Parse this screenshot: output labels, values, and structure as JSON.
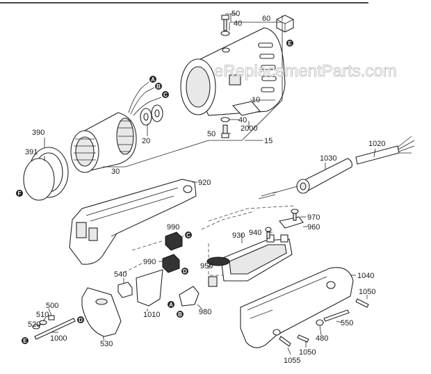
{
  "watermark": "eReplacementParts.com",
  "labels": [
    {
      "id": "50-top",
      "text": "50"
    },
    {
      "id": "40-top",
      "text": "40"
    },
    {
      "id": "60",
      "text": "60"
    },
    {
      "id": "10",
      "text": "10"
    },
    {
      "id": "40-bottom",
      "text": "40"
    },
    {
      "id": "2000",
      "text": "2000"
    },
    {
      "id": "50-bottom",
      "text": "50"
    },
    {
      "id": "15",
      "text": "15"
    },
    {
      "id": "20",
      "text": "20"
    },
    {
      "id": "390",
      "text": "390"
    },
    {
      "id": "391",
      "text": "391"
    },
    {
      "id": "30",
      "text": "30"
    },
    {
      "id": "1020",
      "text": "1020"
    },
    {
      "id": "1030",
      "text": "1030"
    },
    {
      "id": "920",
      "text": "920"
    },
    {
      "id": "970",
      "text": "970"
    },
    {
      "id": "940",
      "text": "940"
    },
    {
      "id": "960",
      "text": "960"
    },
    {
      "id": "990-top",
      "text": "990"
    },
    {
      "id": "930",
      "text": "930"
    },
    {
      "id": "990-bottom",
      "text": "990"
    },
    {
      "id": "950",
      "text": "950"
    },
    {
      "id": "540",
      "text": "540"
    },
    {
      "id": "1040",
      "text": "1040"
    },
    {
      "id": "1050-top",
      "text": "1050"
    },
    {
      "id": "500",
      "text": "500"
    },
    {
      "id": "510",
      "text": "510"
    },
    {
      "id": "520",
      "text": "520"
    },
    {
      "id": "1000",
      "text": "1000"
    },
    {
      "id": "1010",
      "text": "1010"
    },
    {
      "id": "980",
      "text": "980"
    },
    {
      "id": "530",
      "text": "530"
    },
    {
      "id": "550",
      "text": "550"
    },
    {
      "id": "480",
      "text": "480"
    },
    {
      "id": "1050-bottom",
      "text": "1050"
    },
    {
      "id": "1055",
      "text": "1055"
    }
  ],
  "markers": [
    {
      "id": "A-wire",
      "text": "A"
    },
    {
      "id": "B-wire",
      "text": "B"
    },
    {
      "id": "C-wire",
      "text": "C"
    },
    {
      "id": "E-housing",
      "text": "E"
    },
    {
      "id": "F-ring",
      "text": "F"
    },
    {
      "id": "C-brush",
      "text": "C"
    },
    {
      "id": "D-brush",
      "text": "D"
    },
    {
      "id": "A-switch",
      "text": "A"
    },
    {
      "id": "B-switch",
      "text": "B"
    },
    {
      "id": "D-screw",
      "text": "D"
    },
    {
      "id": "E-screw",
      "text": "E"
    }
  ]
}
